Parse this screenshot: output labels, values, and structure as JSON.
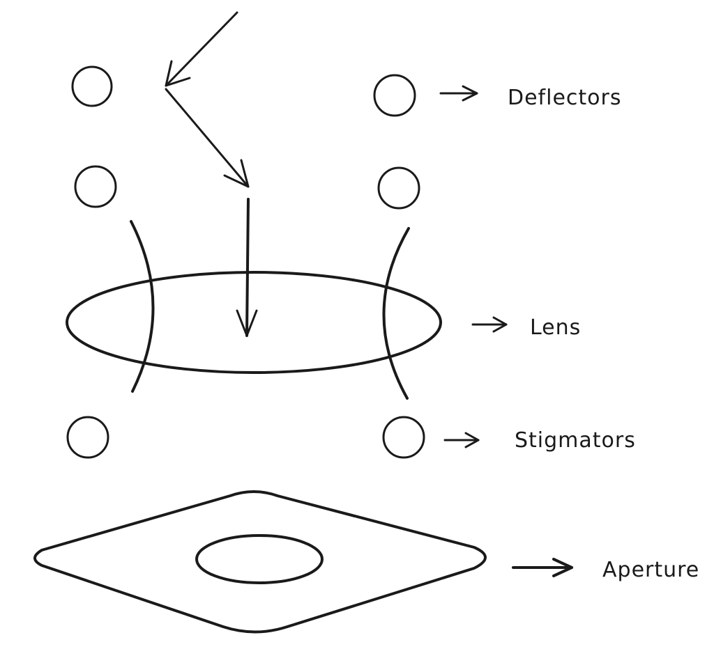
{
  "diagram": {
    "labels": {
      "deflectors": "Deflectors",
      "lens": "Lens",
      "stigmators": "Stigmators",
      "aperture": "Aperture"
    },
    "colors": {
      "ink": "#1a1a1a",
      "background": "#ffffff"
    }
  }
}
